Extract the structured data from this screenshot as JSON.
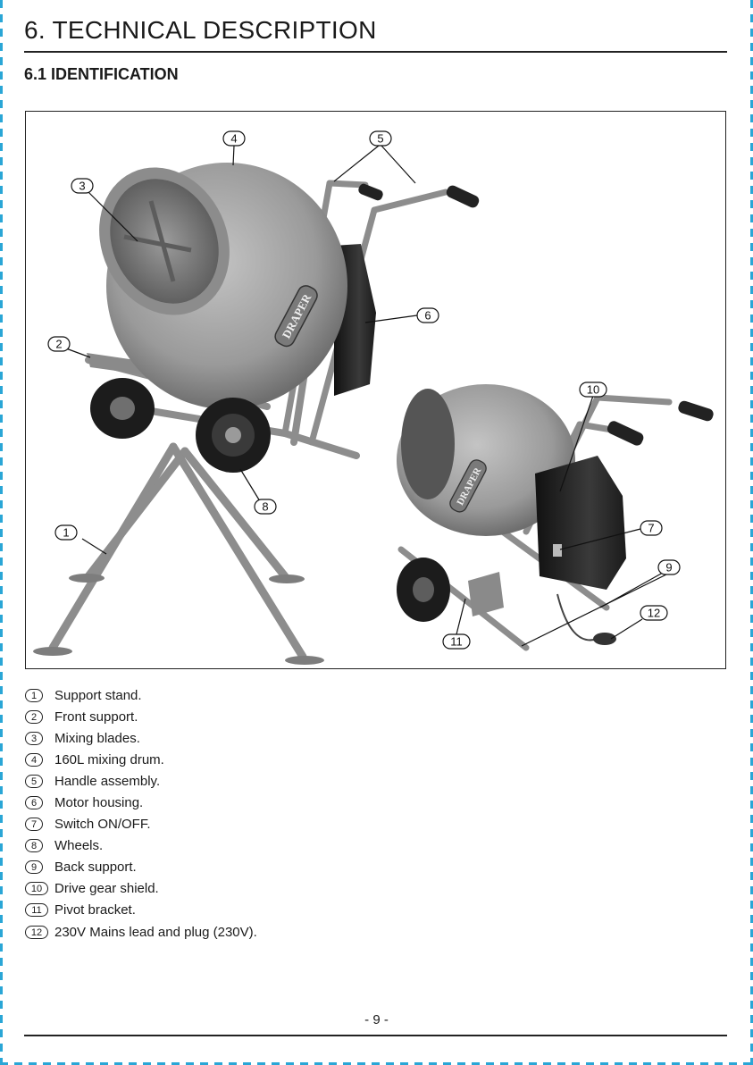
{
  "header": {
    "title": "6. TECHNICAL DESCRIPTION",
    "subtitle": "6.1 IDENTIFICATION"
  },
  "figure": {
    "brand_label": "DRAPER",
    "callouts": [
      "1",
      "2",
      "3",
      "4",
      "5",
      "6",
      "7",
      "8",
      "9",
      "10",
      "11",
      "12"
    ]
  },
  "parts": [
    {
      "num": "1",
      "label": "Support stand."
    },
    {
      "num": "2",
      "label": "Front support."
    },
    {
      "num": "3",
      "label": "Mixing blades."
    },
    {
      "num": "4",
      "label": "160L mixing drum."
    },
    {
      "num": "5",
      "label": "Handle assembly."
    },
    {
      "num": "6",
      "label": "Motor housing."
    },
    {
      "num": "7",
      "label": "Switch ON/OFF."
    },
    {
      "num": "8",
      "label": "Wheels."
    },
    {
      "num": "9",
      "label": "Back support."
    },
    {
      "num": "10",
      "label": "Drive gear shield."
    },
    {
      "num": "11",
      "label": "Pivot bracket."
    },
    {
      "num": "12",
      "label": "230V Mains lead and plug (230V)."
    }
  ],
  "footer": {
    "page": "- 9 -"
  },
  "colors": {
    "accent_dash": "#2aa6d6",
    "drum_grey": "#9a9a9a",
    "motor_black": "#222222"
  }
}
